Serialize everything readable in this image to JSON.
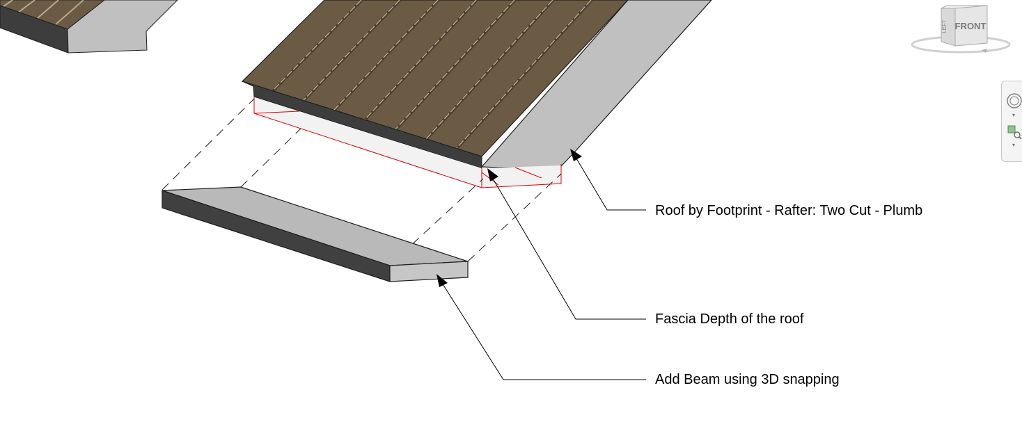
{
  "annotations": {
    "roof": "Roof by Footprint - Rafter: Two Cut - Plumb",
    "fascia": "Fascia Depth of the roof",
    "beam": "Add Beam using 3D snapping"
  },
  "viewcube": {
    "face_front": "FRONT",
    "face_left": "LEFT"
  },
  "colors": {
    "roof_surface": "#6b5b45",
    "seam_light": "#b8a98e",
    "seam_dark": "#4a3e2e",
    "gable_face": "#c0c0c0",
    "fascia_dark": "#3d3d3d",
    "beam_top": "#b9b9b9",
    "beam_side": "#404040",
    "highlight_red": "#e00000"
  }
}
